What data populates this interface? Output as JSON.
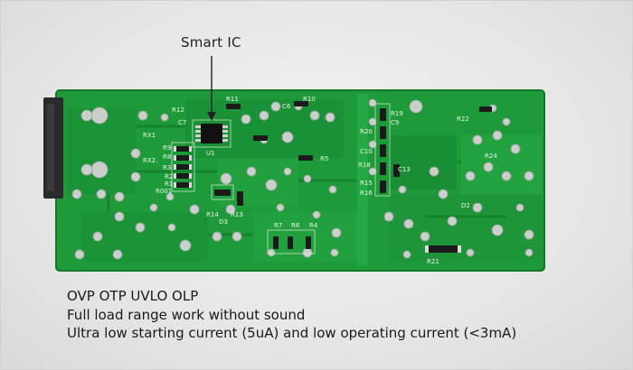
{
  "annotation": {
    "smart_ic_label": "Smart IC"
  },
  "caption": {
    "line1": "OVP OTP UVLO OLP",
    "line2": "Full load range work without sound",
    "line3": "Ultra low starting current (5uA) and low operating current (<3mA)"
  },
  "pcb_silkscreen": {
    "r12": "R12",
    "c7": "C7",
    "r11": "R11",
    "c6": "C6",
    "r10": "R10",
    "r9": "R9",
    "r8": "R8",
    "u1": "U1",
    "r5": "R5",
    "r3": "R3",
    "r7": "R7",
    "r6": "R6",
    "r4": "R4",
    "r14": "R14",
    "r13": "R13",
    "d3": "D3",
    "rx1": "RX1",
    "rx2": "RX2.",
    "r001": "R001",
    "r19": "R19",
    "c9": "C9",
    "r20": "R20",
    "c10": "C10",
    "r18": "R18",
    "r15": "R15",
    "r16": "R16",
    "r22": "R22",
    "r24": "R24",
    "r21": "R21",
    "r2": "R2",
    "r1": "R1",
    "c13": "C13",
    "d2": "D2"
  },
  "colors": {
    "pcb_green": "#1f9a3a",
    "pcb_dark_trace": "#178a31",
    "solder": "#c9cfcb",
    "connector": "#2a2a2a",
    "background": "#e9e9e9"
  }
}
